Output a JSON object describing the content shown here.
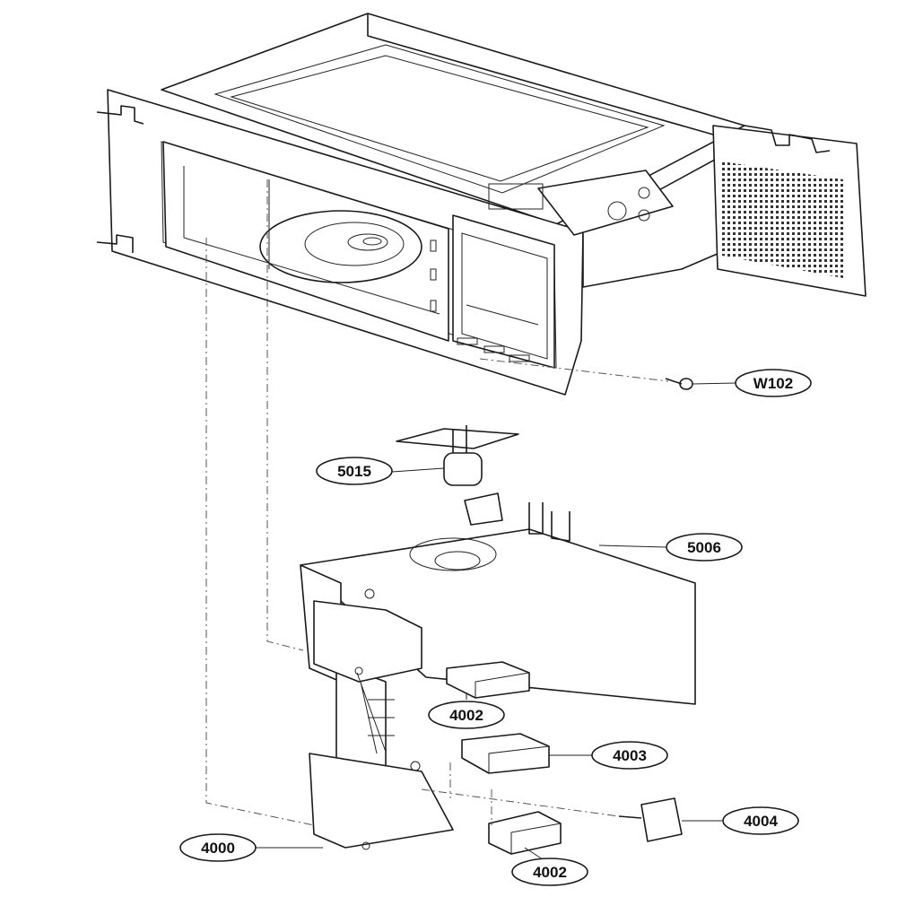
{
  "diagram": {
    "parts": [
      {
        "id": "W102",
        "label": "W102"
      },
      {
        "id": "5015",
        "label": "5015"
      },
      {
        "id": "5006",
        "label": "5006"
      },
      {
        "id": "4002a",
        "label": "4002"
      },
      {
        "id": "4003",
        "label": "4003"
      },
      {
        "id": "4004",
        "label": "4004"
      },
      {
        "id": "4000",
        "label": "4000"
      },
      {
        "id": "4002b",
        "label": "4002"
      }
    ]
  }
}
